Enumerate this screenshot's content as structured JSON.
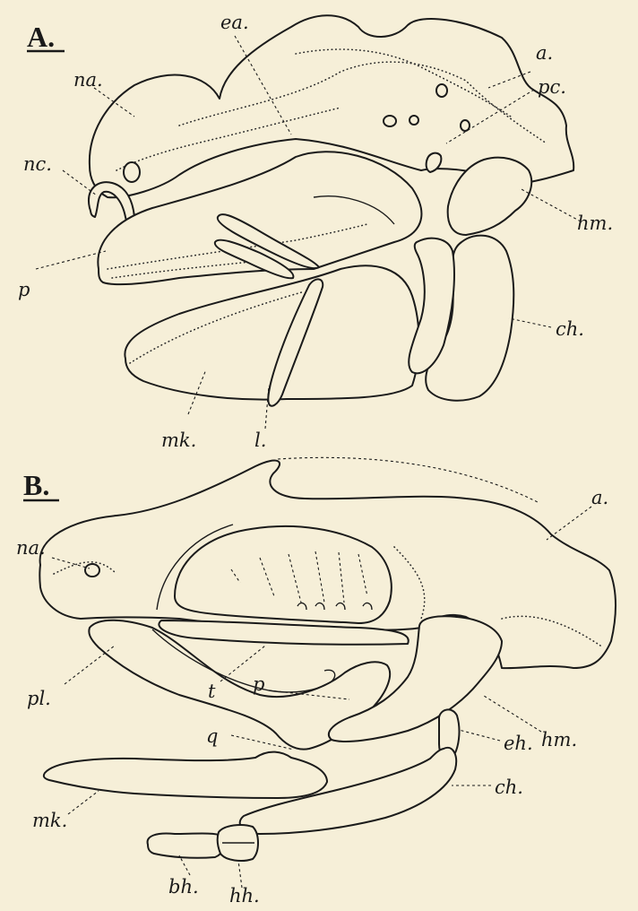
{
  "panels": [
    {
      "letter": "A.",
      "labels": {
        "ea": "ea.",
        "a": "a.",
        "na": "na.",
        "pc": "pc.",
        "nc": "nc.",
        "hm": "hm.",
        "p": "p",
        "ch": "ch.",
        "mk": "mk.",
        "l": "l."
      }
    },
    {
      "letter": "B.",
      "labels": {
        "a": "a.",
        "na": "na.",
        "t": "t",
        "p": "p",
        "pl": "pl.",
        "hm": "hm.",
        "q": "q",
        "eh": "eh.",
        "ch": "ch.",
        "mk": "mk.",
        "bh": "bh.",
        "hh": "hh."
      }
    }
  ]
}
